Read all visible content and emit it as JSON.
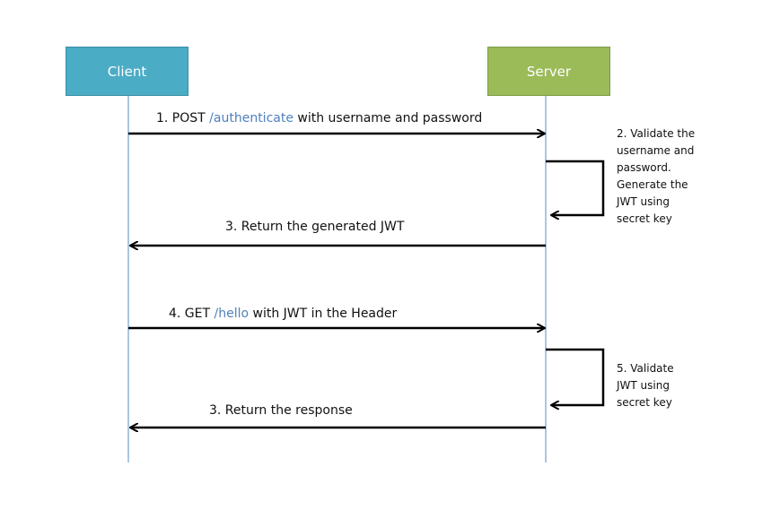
{
  "actors": {
    "client": "Client",
    "server": "Server"
  },
  "colors": {
    "client_fill": "#4bacc6",
    "server_fill": "#9bbb59",
    "path_text": "#4f81bd",
    "arrow": "#000000",
    "lifeline": "#8fb4d9"
  },
  "messages": {
    "m1": {
      "prefix": "1. POST ",
      "path": "/authenticate",
      "suffix": " with username and password"
    },
    "m3a": {
      "text": "3. Return the generated JWT"
    },
    "m4": {
      "prefix": "4.  GET ",
      "path": "/hello",
      "suffix": " with JWT in the Header"
    },
    "m3b": {
      "text": "3. Return the response"
    }
  },
  "notes": {
    "n2": [
      "2. Validate the",
      "username and",
      "password.",
      "Generate the",
      "JWT using",
      "secret key"
    ],
    "n5": [
      "5. Validate",
      "JWT using",
      "secret key"
    ]
  }
}
